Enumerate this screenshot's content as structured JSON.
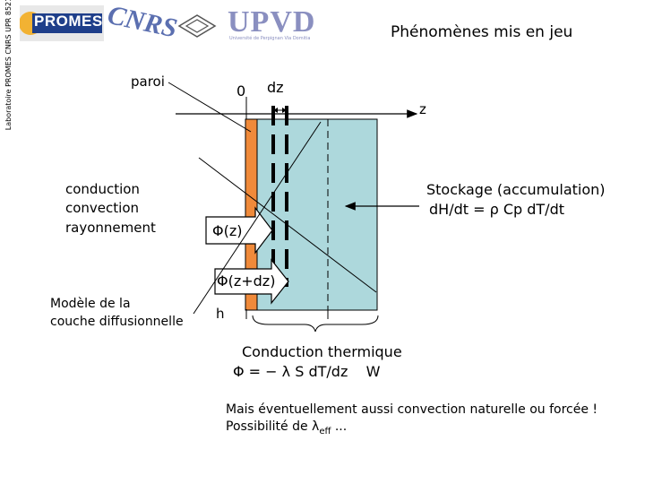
{
  "header": {
    "side_label": "Laboratoire PROMES CNRS UPR 8521",
    "promes_logo": "PROMES",
    "cnrs_logo": "CNRS",
    "upvd_logo": "UPVD",
    "upvd_subtitle": "Université de Perpignan Via Domitia",
    "title": "Phénomènes mis en jeu"
  },
  "labels": {
    "paroi": "paroi",
    "zero": "0",
    "dz": "dz",
    "z_axis": "z",
    "conduction": "conduction",
    "convection": "convection",
    "rayonnement": "rayonnement",
    "phi_z": "Φ(z)",
    "phi_z_dz": "Φ(z+dz)",
    "model_line1": "Modèle de la",
    "model_line2": "couche diffusionnelle",
    "h": "h",
    "storage_line1": "Stockage (accumulation)",
    "storage_line2": "dH/dt = ρ Cp dT/dt",
    "conduction_thermique": "Conduction thermique",
    "conduction_formula": "Φ = − λ S dT/dz    W",
    "note_line1": "Mais éventuellement aussi convection naturelle ou forcée !",
    "note_prefix": "Possibilité de λ",
    "note_sub": "eff",
    "note_suffix": " ..."
  },
  "colors": {
    "wall": "#f08a3a",
    "medium": "#add8dc",
    "promes_blue": "#1f3f8a",
    "logo_accent": "#8a8fc0"
  }
}
